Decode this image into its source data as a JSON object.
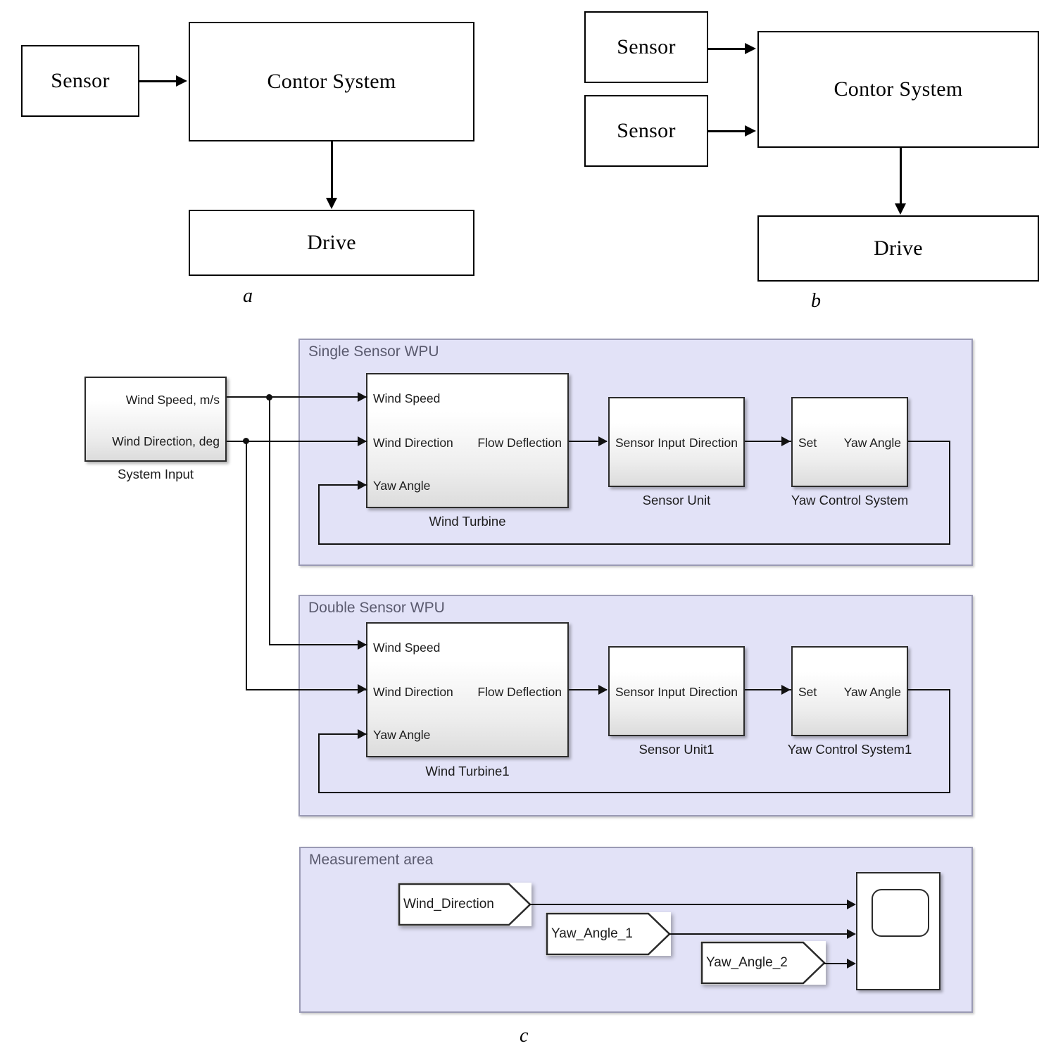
{
  "figure": {
    "panel_a": {
      "letter": "a",
      "blocks": [
        {
          "name": "sensor",
          "label": "Sensor"
        },
        {
          "name": "control-system",
          "label": "Contor System"
        },
        {
          "name": "drive",
          "label": "Drive"
        }
      ]
    },
    "panel_b": {
      "letter": "b",
      "blocks": [
        {
          "name": "sensor-1",
          "label": "Sensor"
        },
        {
          "name": "sensor-2",
          "label": "Sensor"
        },
        {
          "name": "control-system",
          "label": "Contor System"
        },
        {
          "name": "drive",
          "label": "Drive"
        }
      ]
    },
    "panel_c": {
      "letter": "c",
      "system_input": {
        "block_label": "System Input",
        "outputs": [
          "Wind Speed, m/s",
          "Wind Direction, deg"
        ]
      },
      "single_sensor_wpu": {
        "title": "Single Sensor WPU",
        "wind_turbine": {
          "block_label": "Wind Turbine",
          "inputs": [
            "Wind Speed",
            "Wind Direction",
            "Yaw Angle"
          ],
          "outputs": [
            "Flow Deflection"
          ]
        },
        "sensor_unit": {
          "block_label": "Sensor Unit",
          "inputs": [
            "Sensor Input"
          ],
          "outputs": [
            "Direction"
          ]
        },
        "yaw_control": {
          "block_label": "Yaw Control System",
          "inputs": [
            "Set"
          ],
          "outputs": [
            "Yaw Angle"
          ]
        }
      },
      "double_sensor_wpu": {
        "title": "Double Sensor WPU",
        "wind_turbine": {
          "block_label": "Wind Turbine1",
          "inputs": [
            "Wind Speed",
            "Wind Direction",
            "Yaw Angle"
          ],
          "outputs": [
            "Flow Deflection"
          ]
        },
        "sensor_unit": {
          "block_label": "Sensor Unit1",
          "inputs": [
            "Sensor Input"
          ],
          "outputs": [
            "Direction"
          ]
        },
        "yaw_control": {
          "block_label": "Yaw Control System1",
          "inputs": [
            "Set"
          ],
          "outputs": [
            "Yaw Angle"
          ]
        }
      },
      "measurement_area": {
        "title": "Measurement area",
        "tags": [
          "Wind_Direction",
          "Yaw_Angle_1",
          "Yaw_Angle_2"
        ],
        "scope": {
          "name": "scope-block"
        }
      }
    },
    "colors": {
      "subsystem_fill": "#E2E2F7",
      "subsystem_border": "#9a9ab4",
      "subsystem_title_text": "#5a5a6e",
      "block_border": "#2b2b2b",
      "wire": "#111111",
      "line_art": "#000000"
    }
  }
}
